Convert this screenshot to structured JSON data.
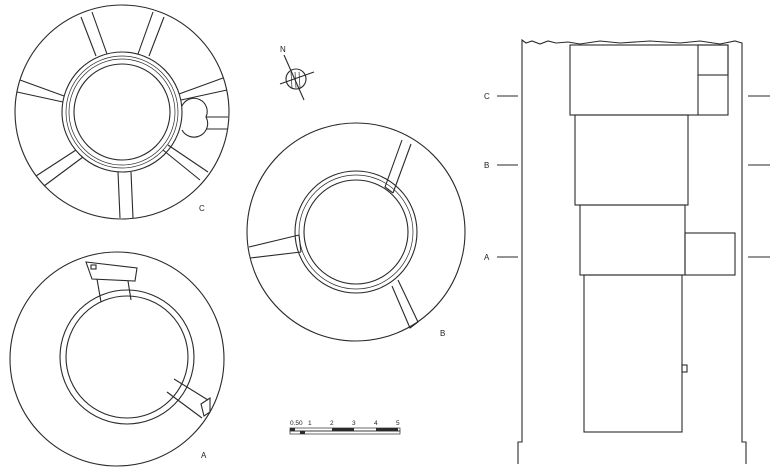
{
  "plan_labels": {
    "c": "C",
    "b": "B",
    "a": "A"
  },
  "north": {
    "label": "N"
  },
  "scale": {
    "ticks": [
      "0.50",
      "1",
      "2",
      "3",
      "4",
      "5"
    ]
  },
  "section_levels": {
    "c": "C",
    "b": "B",
    "a": "A"
  }
}
